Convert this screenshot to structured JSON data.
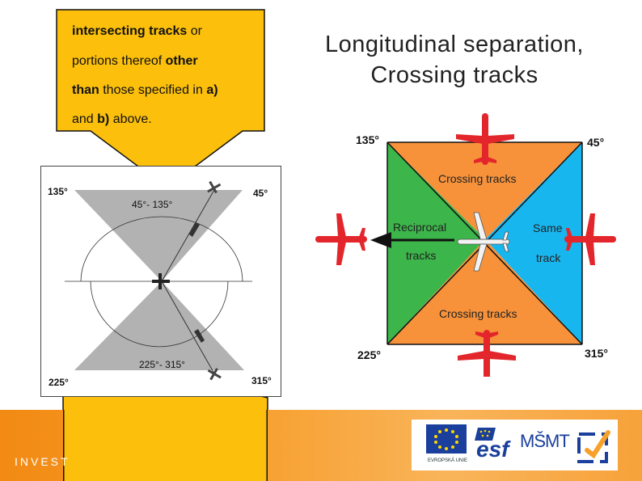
{
  "callout": {
    "line1_a": "intersecting tracks",
    "line1_b": " or",
    "line2_a": "portions thereof ",
    "line2_b": "other",
    "line3_a": "than",
    "line3_b": " those specified in ",
    "line3_c": "a)",
    "line4_a": "and ",
    "line4_b": "b)",
    "line4_c": " above."
  },
  "title": {
    "line1": "Longitudinal separation,",
    "line2": "Crossing tracks"
  },
  "left_diagram": {
    "label_135": "135°",
    "label_45": "45°",
    "label_225": "225°",
    "label_315": "315°",
    "range_top": "45°- 135°",
    "range_bottom": "225°- 315°"
  },
  "right_diagram": {
    "label_135": "135°",
    "label_45": "45°",
    "label_225": "225°",
    "label_315": "315°",
    "crossing_top": "Crossing tracks",
    "crossing_bottom": "Crossing tracks",
    "reciprocal": "Reciprocal",
    "reciprocal_tracks": "tracks",
    "same": "Same",
    "same_track": "track",
    "colors": {
      "orange": "#f7923b",
      "green": "#3cb54a",
      "blue": "#18b6ef",
      "plane_red": "#e3262b"
    }
  },
  "footer": {
    "invest_text": "INVEST",
    "eu_label": "EVROPSKÁ UNIE",
    "esf_label": "esf",
    "msmt_label": "MŠMT"
  }
}
